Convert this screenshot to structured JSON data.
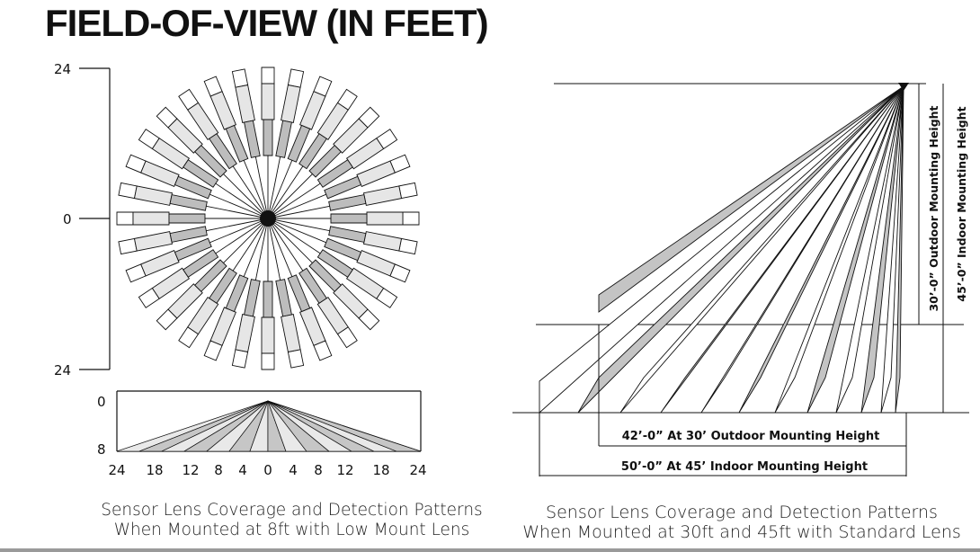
{
  "title": "FIELD-OF-VIEW (IN FEET)",
  "left_diagram": {
    "top_view_ticks": [
      "24",
      "0",
      "24"
    ],
    "side_view_ticks": [
      "0",
      "8"
    ],
    "x_ticks": [
      "24",
      "18",
      "12",
      "8",
      "4",
      "0",
      "4",
      "8",
      "12",
      "18",
      "24"
    ],
    "caption_line1": "Sensor Lens Coverage and Detection Patterns",
    "caption_line2": "When Mounted at 8ft with Low Mount Lens"
  },
  "right_diagram": {
    "dim_outdoor": "42’-0” At 30’ Outdoor Mounting Height",
    "dim_indoor": "50’-0” At 45’ Indoor Mounting Height",
    "height_outdoor": "30’-0” Outdoor Mounting Height",
    "height_indoor": "45’-0” Indoor Mounting Height",
    "caption_line1": "Sensor Lens Coverage and Detection Patterns",
    "caption_line2": "When Mounted at 30ft and 45ft with Standard Lens"
  },
  "colors": {
    "outline": "#111111",
    "light_fill": "#e6e6e6",
    "dark_fill": "#bdbdbd"
  }
}
